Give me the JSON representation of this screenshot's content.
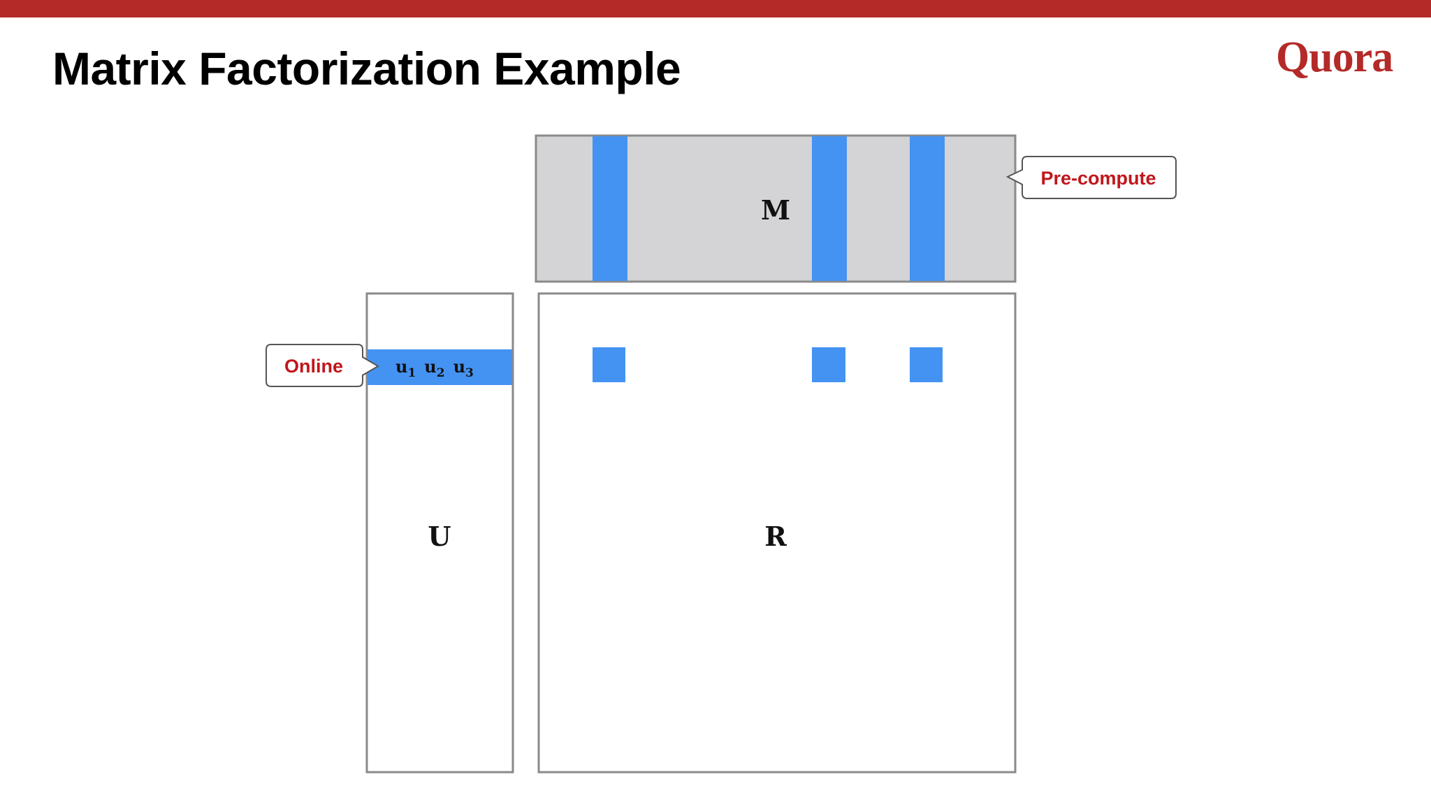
{
  "slide": {
    "title": "Matrix Factorization Example",
    "logo_text": "Quora"
  },
  "diagram": {
    "matrices": {
      "M": "M",
      "U": "U",
      "R": "R"
    },
    "user_vector": [
      "u",
      "1",
      "u",
      "2",
      "u",
      "3"
    ],
    "callouts": {
      "precompute": "Pre-compute",
      "online": "Online"
    }
  },
  "colors": {
    "brand": "#b42a28",
    "callout_text": "#c0171c",
    "highlight_blue": "#4493f2",
    "matrix_fill_gray": "#d4d4d6",
    "border_gray": "#8a8a8a"
  }
}
